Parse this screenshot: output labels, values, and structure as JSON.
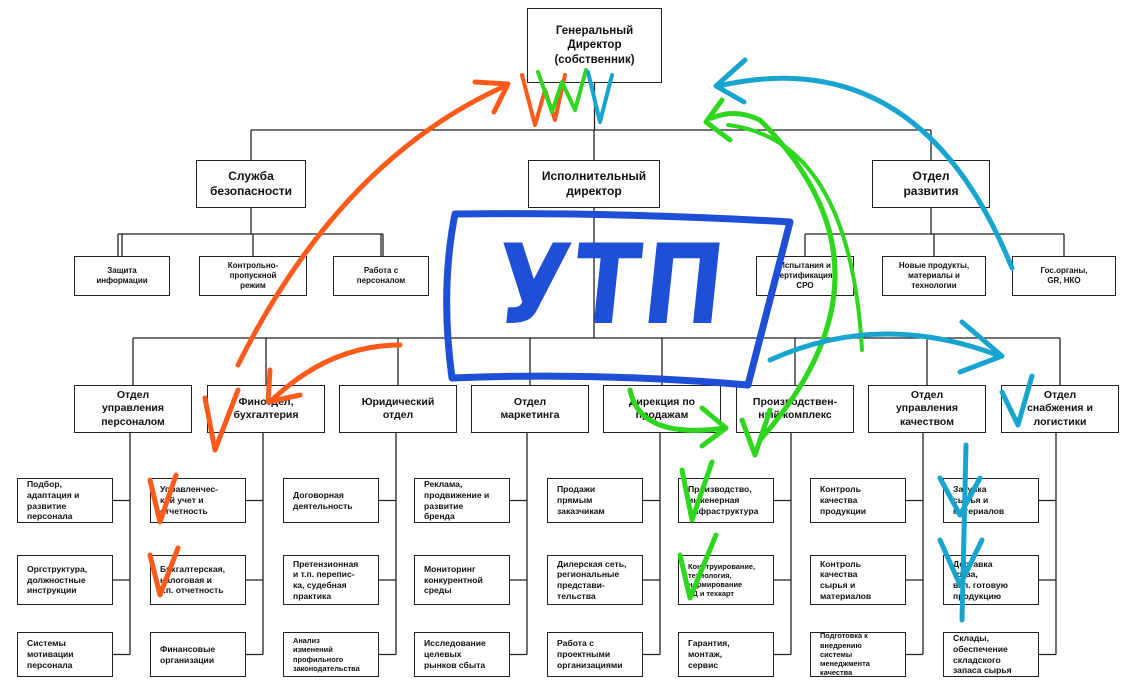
{
  "chart": {
    "root": "Генеральный\nДиректор\n(собственник)",
    "level1": [
      "Служба\nбезопасности",
      "Исполнительный\nдиректор",
      "Отдел\nразвития"
    ],
    "security_units": [
      "Защита\nинформации",
      "Контрольно-\nпропускной\nрежим",
      "Работа с\nперсоналом"
    ],
    "development_units": [
      "Испытания и\nсертификация,\nСРО",
      "Новые продукты,\nматериалы и\nтехнологии",
      "Гос.органы,\nGR, НКО"
    ],
    "departments": [
      {
        "name": "Отдел\nуправления\nперсоналом",
        "units": [
          "Подбор,\nадаптация и\nразвитие\nперсонала",
          "Оргструктура,\nдолжностные\nинструкции",
          "Системы\nмотивации\nперсонала"
        ]
      },
      {
        "name": "Финотдел,\nбухгалтерия",
        "units": [
          "Управленчес-\nкий учет и\nотчетность",
          "Бухгалтерская,\nналоговая и\nт.п. отчетность",
          "Финансовые\nорганизации"
        ]
      },
      {
        "name": "Юридический\nотдел",
        "units": [
          "Договорная\nдеятельность",
          "Претензионная\nи т.п. перепис-\nка, судебная\nпрактика",
          "Анализ\nизменений\nпрофильного\nзаконодательства"
        ]
      },
      {
        "name": "Отдел\nмаркетинга",
        "units": [
          "Реклама,\nпродвижение и\nразвитие\nбренда",
          "Мониторинг\nконкурентной\nсреды",
          "Исследование\nцелевых\nрынков сбыта"
        ]
      },
      {
        "name": "Дирекция по\nпродажам",
        "units": [
          "Продажи\nпрямым\nзаказчикам",
          "Дилерская сеть,\nрегиональные\nпредстави-\nтельства",
          "Работа с\nпроектными\nорганизациями"
        ]
      },
      {
        "name": "Производствен-\nный комплекс",
        "units": [
          "Производство,\nинженерная\nинфраструктура",
          "Конструирование,\nтехнология,\nнормирование\nКД и техкарт",
          "Гарантия,\nмонтаж,\nсервис"
        ]
      },
      {
        "name": "Отдел\nуправления\nкачеством",
        "units": [
          "Контроль\nкачества\nпродукции",
          "Контроль\nкачества\nсырья и\nматериалов",
          "Подготовка к\nвнедрению\nсистемы\nменеджмента\nкачества"
        ]
      },
      {
        "name": "Отдел\nснабжения и\nлогистики",
        "units": [
          "Закупка\nсырья и\nматериалов",
          "Доставка\nгруза,\nвкл. готовую\nпродукцию",
          "Склады,\nобеспечение\nскладского\nзапаса сырья"
        ]
      }
    ]
  },
  "handwritten_label": "УТП",
  "colors": {
    "orange": "#ff5a1a",
    "green": "#2fd61e",
    "cyan": "#17a5cf",
    "blue": "#1f4fd6",
    "line": "#222222"
  }
}
